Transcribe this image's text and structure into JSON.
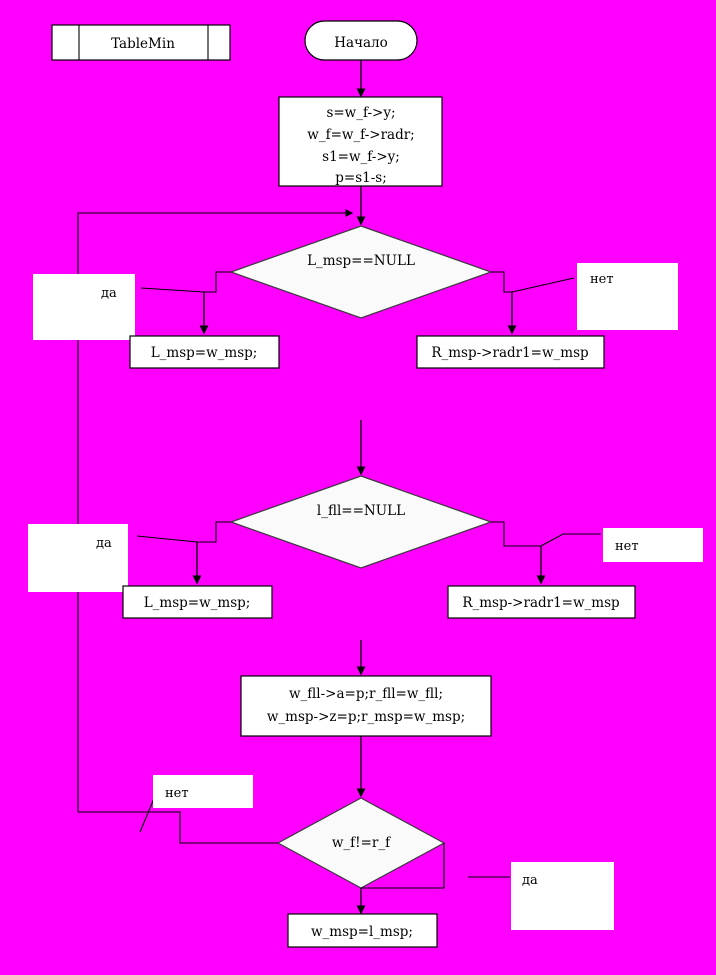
{
  "diagram": {
    "title_block": {
      "label": "TableMin"
    },
    "terminal_start": {
      "label": "Начало"
    },
    "process_init": {
      "lines": [
        "s=w_f->y;",
        "w_f=w_f->radr;",
        "s1=w_f->y;",
        "p=s1-s;"
      ]
    },
    "decision_1": {
      "label": "L_msp==NULL"
    },
    "decision_1_yes": {
      "label": "да"
    },
    "decision_1_no": {
      "label": "нет"
    },
    "process_left_1": {
      "label": "L_msp=w_msp;"
    },
    "process_right_1": {
      "label": "R_msp->radr1=w_msp"
    },
    "decision_2": {
      "label": "l_fll==NULL"
    },
    "decision_2_yes": {
      "label": "да"
    },
    "decision_2_no": {
      "label": "нет"
    },
    "process_left_2": {
      "label": "L_msp=w_msp;"
    },
    "process_right_2": {
      "label": "R_msp->radr1=w_msp"
    },
    "process_assign": {
      "lines": [
        "w_fll->a=p;r_fll=w_fll;",
        "w_msp->z=p;r_msp=w_msp;"
      ]
    },
    "decision_3": {
      "label": "w_f!=r_f"
    },
    "decision_3_no": {
      "label": "нет"
    },
    "decision_3_yes": {
      "label": "да"
    },
    "process_final": {
      "label": "w_msp=l_msp;"
    },
    "colors": {
      "background": "#FF00FF",
      "shape_fill": "#FFFFFF",
      "stroke": "#000000"
    }
  }
}
